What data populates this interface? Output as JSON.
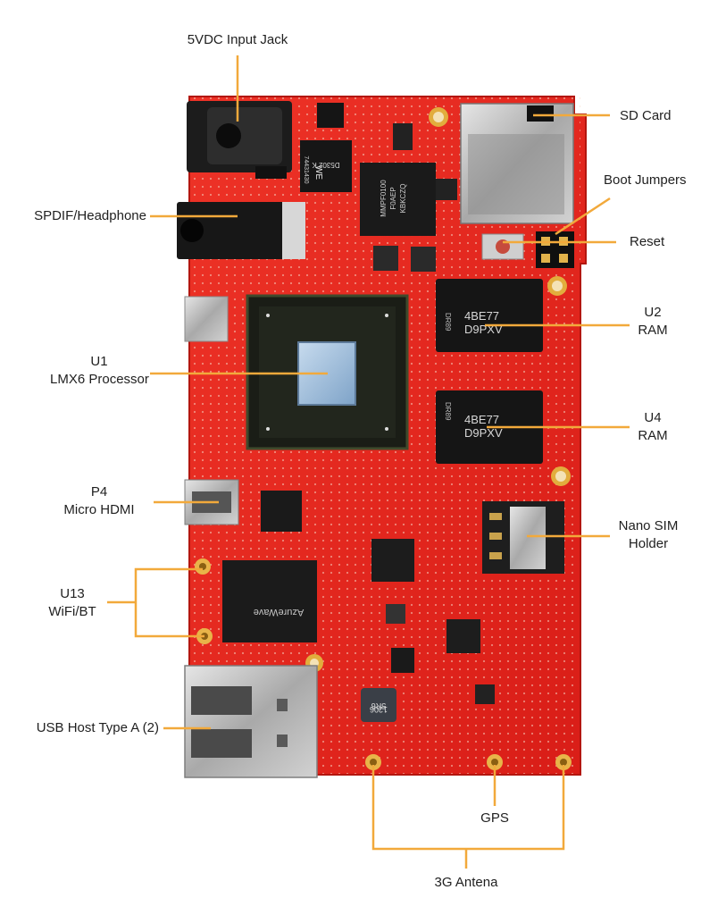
{
  "diagram": {
    "board_name": "Embedded board with LMX6 processor",
    "callout_color": "#F2A93B",
    "board_color": "#E3241C",
    "labels": {
      "power_jack": "5VDC Input Jack",
      "sd_card": "SD Card",
      "boot_jumpers": "Boot Jumpers",
      "spdif_headphone": "SPDIF/Headphone",
      "reset": "Reset",
      "u2_name": "U2",
      "u2_desc": "RAM",
      "u1_name": "U1",
      "u1_desc": "LMX6 Processor",
      "u4_name": "U4",
      "u4_desc": "RAM",
      "p4_name": "P4",
      "p4_desc": "Micro HDMI",
      "nano_sim_line1": "Nano SIM",
      "nano_sim_line2": "Holder",
      "u13_name": "U13",
      "u13_desc": "WiFi/BT",
      "usb_host": "USB Host Type A (2)",
      "gps": "GPS",
      "antenna_3g": "3G Antena"
    },
    "chip_markings": {
      "u2_line1": "4BE77",
      "u2_line2": "D9PXV",
      "u4_line1": "4BE77",
      "u4_line2": "D9PXV",
      "ram_side": "DR89",
      "inductor_line1": "5R6",
      "inductor_line2": "1206",
      "wifi_brand": "AzureWave",
      "pmic_line1": "MMPF0100",
      "pmic_line2": "F0AEP",
      "pmic_line3": "KBKCZQ",
      "codec": "D5302 K",
      "conn_name": "WE",
      "conn_part": "74431430"
    }
  }
}
